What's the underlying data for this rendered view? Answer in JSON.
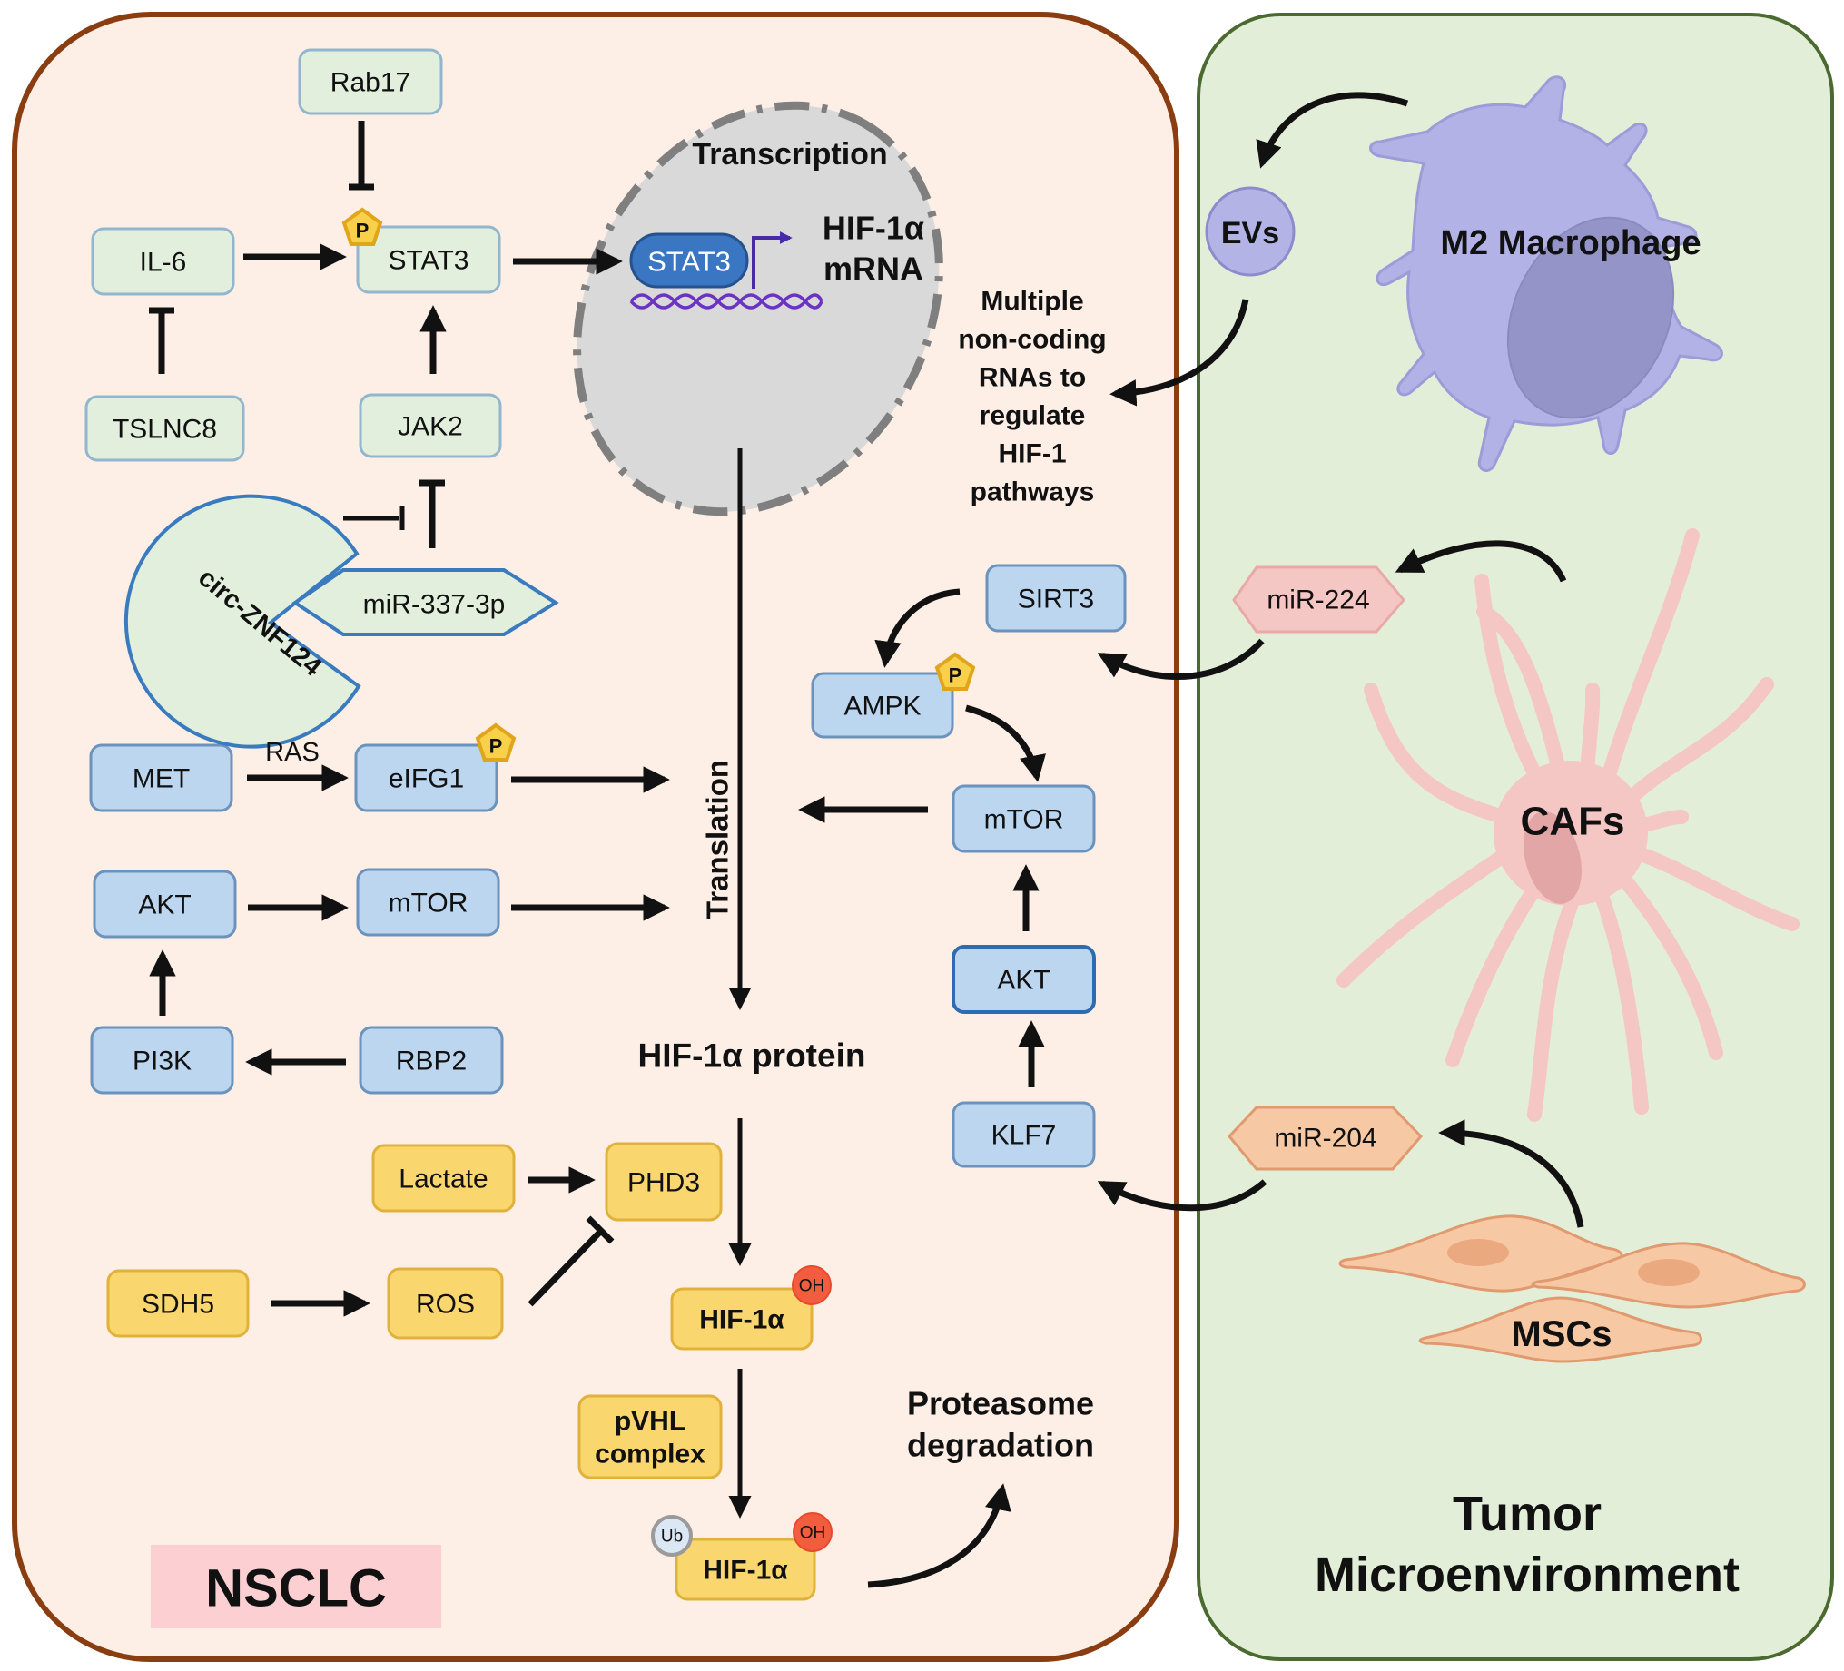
{
  "panels": {
    "nsclc": {
      "label": "NSCLC",
      "fill": "#fdefe6",
      "border": "#8b3d12",
      "label_bg": "#fcd0d2"
    },
    "tme": {
      "label_line1": "Tumor",
      "label_line2": "Microenvironment",
      "fill": "#e3eed8",
      "border": "#4a6a2f"
    }
  },
  "colors": {
    "green_node_fill": "#e2efdc",
    "green_node_border": "#93b6cf",
    "blue_node_fill": "#bcd6ef",
    "blue_node_border": "#6b93bd",
    "yellow_node_fill": "#fad66e",
    "yellow_node_border": "#e0b23c",
    "phospho_fill": "#f9d04a",
    "phospho_border": "#e0a51b",
    "oh_fill": "#f25c3f",
    "ub_fill": "#dbe8f3",
    "nucleus_fill": "#d9d9d9",
    "nucleus_border": "#7f7f7f",
    "stat3_pill": "#3a76c2",
    "dna": "#6a33c2",
    "macrophage": "#b2b2e6",
    "caf": "#f4c6c4",
    "msc": "#f6c9a4"
  },
  "nucleus": {
    "title": "Transcription",
    "factor": "STAT3",
    "product_line1": "HIF-1α",
    "product_line2": "mRNA"
  },
  "ncrna_note": [
    "Multiple",
    "non-coding",
    "RNAs to",
    "regulate",
    "HIF-1",
    "pathways"
  ],
  "jak_stat": {
    "rab17": "Rab17",
    "il6": "IL-6",
    "stat3": "STAT3",
    "tslnc8": "TSLNC8",
    "jak2": "JAK2",
    "circ": "circ-ZNF124",
    "mir337": "miR-337-3p"
  },
  "translation": {
    "label": "Translation",
    "met": "MET",
    "ras": "RAS",
    "eifg1": "eIFG1",
    "akt": "AKT",
    "mtor": "mTOR",
    "pi3k": "PI3K",
    "rbp2": "RBP2"
  },
  "right_pathway": {
    "sirt3": "SIRT3",
    "ampk": "AMPK",
    "mtor": "mTOR",
    "akt": "AKT",
    "klf7": "KLF7"
  },
  "degradation": {
    "protein": "HIF-1α protein",
    "lactate": "Lactate",
    "phd3": "PHD3",
    "sdh5": "SDH5",
    "ros": "ROS",
    "hif_oh": "HIF-1α",
    "pvhl_line1": "pVHL",
    "pvhl_line2": "complex",
    "hif_ub": "HIF-1α",
    "proteasome_line1": "Proteasome",
    "proteasome_line2": "degradation"
  },
  "badges": {
    "phospho": "P",
    "hydroxyl": "OH",
    "ubiquitin": "Ub"
  },
  "tme_cells": {
    "evs": "EVs",
    "macrophage": "M2 Macrophage",
    "mir224": "miR-224",
    "cafs": "CAFs",
    "mir204": "miR-204",
    "mscs": "MSCs"
  }
}
